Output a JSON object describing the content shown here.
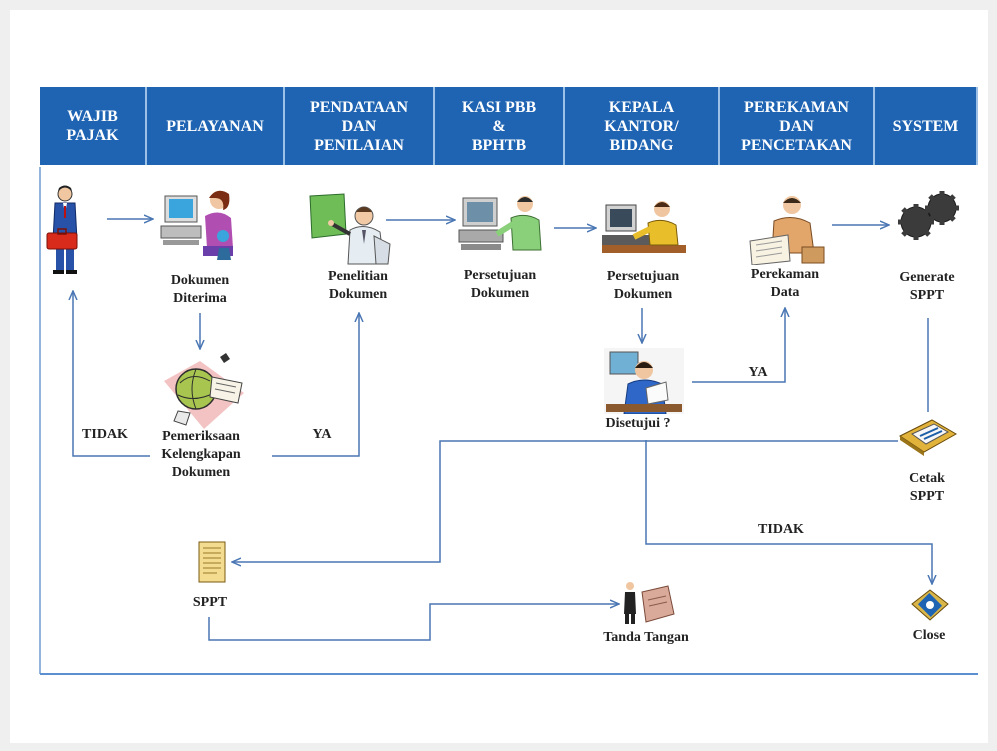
{
  "lanes": [
    {
      "id": "wajib",
      "title": "WAJIB\nPAJAK"
    },
    {
      "id": "pelayanan",
      "title": "PELAYANAN"
    },
    {
      "id": "pendataan",
      "title": "PENDATAAN\nDAN\nPENILAIAN"
    },
    {
      "id": "kasi",
      "title": "KASI PBB\n&\nBPHTB"
    },
    {
      "id": "kepala",
      "title": "KEPALA\nKANTOR/\nBIDANG"
    },
    {
      "id": "perekaman",
      "title": "PEREKAMAN\nDAN\nPENCETAKAN"
    },
    {
      "id": "system",
      "title": "SYSTEM"
    }
  ],
  "nodes": {
    "dokumen_diterima": "Dokumen\nDiterima",
    "pemeriksaan": "Pemeriksaan\nKelengkapan\nDokumen",
    "penelitian": "Penelitian\nDokumen",
    "persetujuan_kasi": "Persetujuan\nDokumen",
    "persetujuan_kepala": "Persetujuan\nDokumen",
    "disetujui": "Disetujui ?",
    "perekaman": "Perekaman\nData",
    "generate": "Generate\nSPPT",
    "cetak": "Cetak\nSPPT",
    "close": "Close",
    "sppt": "SPPT",
    "tanda_tangan": "Tanda Tangan"
  },
  "edge_labels": {
    "tidak_left": "TIDAK",
    "ya_left": "YA",
    "ya_right": "YA",
    "tidak_bottom": "TIDAK"
  },
  "colors": {
    "header_bg": "#1f64b3",
    "line": "#4a77b4",
    "frame": "#6e9bd2"
  },
  "icons": {
    "taxpayer": "businessman-with-briefcase-icon",
    "service": "woman-at-computer-icon",
    "inspection": "globe-with-papers-icon",
    "research": "presenter-at-board-icon",
    "kasi": "man-at-computer-icon",
    "kepala": "man-at-desk-computer-icon",
    "approve": "man-reading-document-icon",
    "record": "man-writing-icon",
    "system": "gears-icon",
    "print": "printer-papers-icon",
    "close": "disk-close-icon",
    "sppt": "document-icon",
    "sign": "man-signing-icon"
  }
}
